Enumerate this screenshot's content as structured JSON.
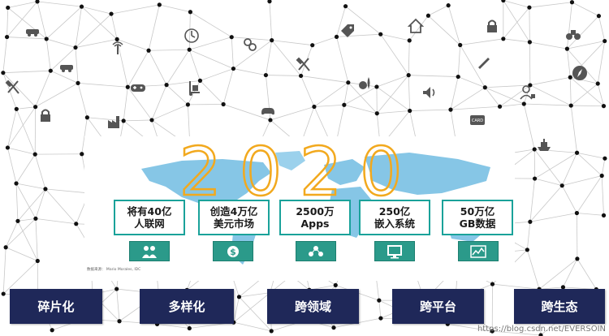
{
  "headline_year": "2020",
  "colors": {
    "dot": "#111111",
    "line": "#c8c8c8",
    "icon": "#555555",
    "accent_teal": "#1aa29a",
    "map_blue": "#86c6e6",
    "year_outline": "#f2a91e",
    "tag_bg": "#1f2859"
  },
  "stats": [
    {
      "line1": "将有40亿",
      "line2": "人联网",
      "icon": "people-icon"
    },
    {
      "line1": "创造4万亿",
      "line2": "美元市场",
      "icon": "dollar-icon"
    },
    {
      "line1": "2500万",
      "line2": "Apps",
      "icon": "apps-icon"
    },
    {
      "line1": "250亿",
      "line2": "嵌入系统",
      "icon": "monitor-icon"
    },
    {
      "line1": "50万亿",
      "line2": "GB数据",
      "icon": "chart-icon"
    }
  ],
  "source_note": "数据来源： Mario Morales, IDC",
  "tags": [
    "碎片化",
    "多样化",
    "跨领域",
    "跨平台",
    "跨生态"
  ],
  "watermark": "https://blog.csdn.net/EVERSOIN",
  "background_icons": [
    "car-icon",
    "wifi-tower-icon",
    "clock-icon",
    "link-icon",
    "price-tag-icon",
    "home-icon",
    "lock-icon",
    "binoculars-icon",
    "car-icon",
    "gamepad-icon",
    "tools-icon",
    "bowling-icon",
    "pen-icon",
    "compass-icon",
    "tools-icon",
    "hand-truck-icon",
    "controller-icon",
    "speaker-icon",
    "user-lock-icon",
    "lock-icon",
    "factory-icon",
    "card-icon",
    "ship-icon"
  ]
}
